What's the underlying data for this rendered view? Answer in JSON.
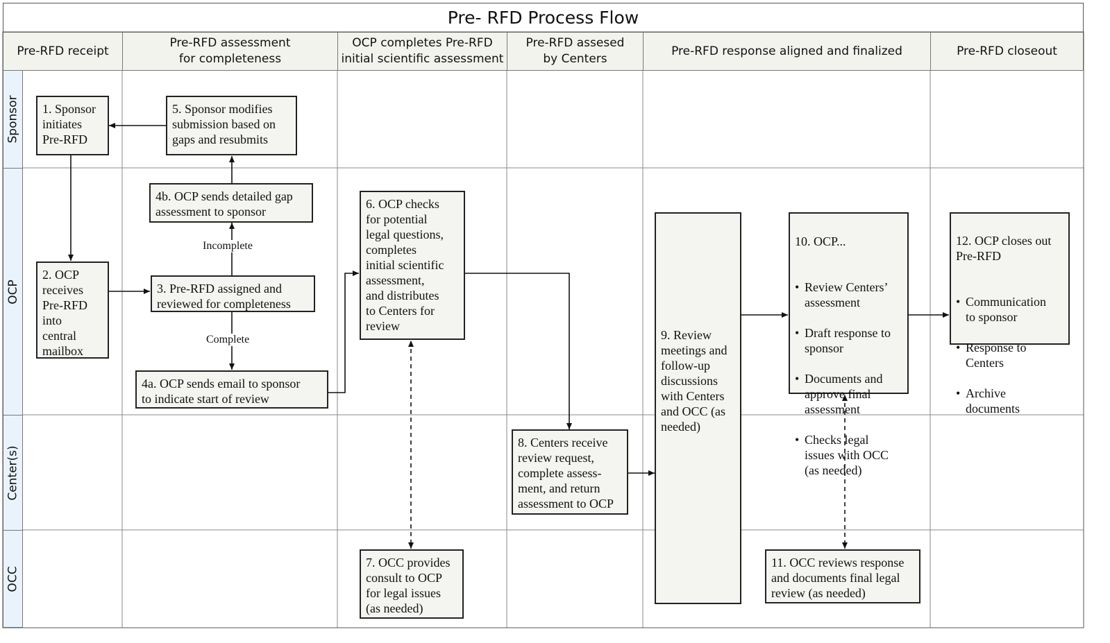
{
  "title": "Pre- RFD Process Flow",
  "phases": [
    "Pre-RFD receipt",
    "Pre-RFD assessment\nfor completeness",
    "OCP  completes Pre-RFD\ninitial scientific assessment",
    "Pre-RFD assesed\nby Centers",
    "Pre-RFD response aligned and finalized",
    "Pre-RFD closeout"
  ],
  "lanes": [
    "Sponsor",
    "OCP",
    "Center(s)",
    "OCC"
  ],
  "steps": {
    "s1": "1. Sponsor\ninitiates\nPre-RFD",
    "s2": "2. OCP\nreceives\nPre-RFD\ninto\ncentral\nmailbox",
    "s3": "3. Pre-RFD assigned and\nreviewed for completeness",
    "s4a": "4a. OCP sends email to sponsor\nto indicate start of review",
    "s4b": "4b. OCP sends detailed gap\nassessment to sponsor",
    "s5": "5. Sponsor modifies\nsubmission based on\ngaps and resubmits",
    "s6": "6. OCP checks\nfor potential\nlegal questions,\ncompletes\ninitial scientific\nassessment,\nand distributes\nto Centers for\nreview",
    "s7": "7. OCC provides\nconsult to OCP\nfor legal issues\n(as needed)",
    "s8": "8. Centers receive\nreview request,\ncomplete assess-\nment, and return\nassessment to OCP",
    "s9": "9. Review\nmeetings and\nfollow-up\ndiscussions\nwith Centers\nand OCC (as\nneeded)",
    "s10_head": "10. OCP...",
    "s10_items": [
      "Review Centers’\nassessment",
      "Draft response to\nsponsor",
      "Documents and\napprove final\nassessment",
      "Checks legal\nissues with OCC\n(as needed)"
    ],
    "s11": "11. OCC reviews response\nand documents final legal\nreview (as needed)",
    "s12_head": "12. OCP closes out\nPre-RFD",
    "s12_items": [
      "Communication\nto sponsor",
      "Response to\nCenters",
      "Archive\ndocuments"
    ]
  },
  "labels": {
    "incomplete": "Incomplete",
    "complete": "Complete"
  },
  "colors": {
    "lane_bg": "#e9f3fb",
    "phase_bg": "#f3f3ee",
    "box_bg": "#f4f4f1"
  }
}
